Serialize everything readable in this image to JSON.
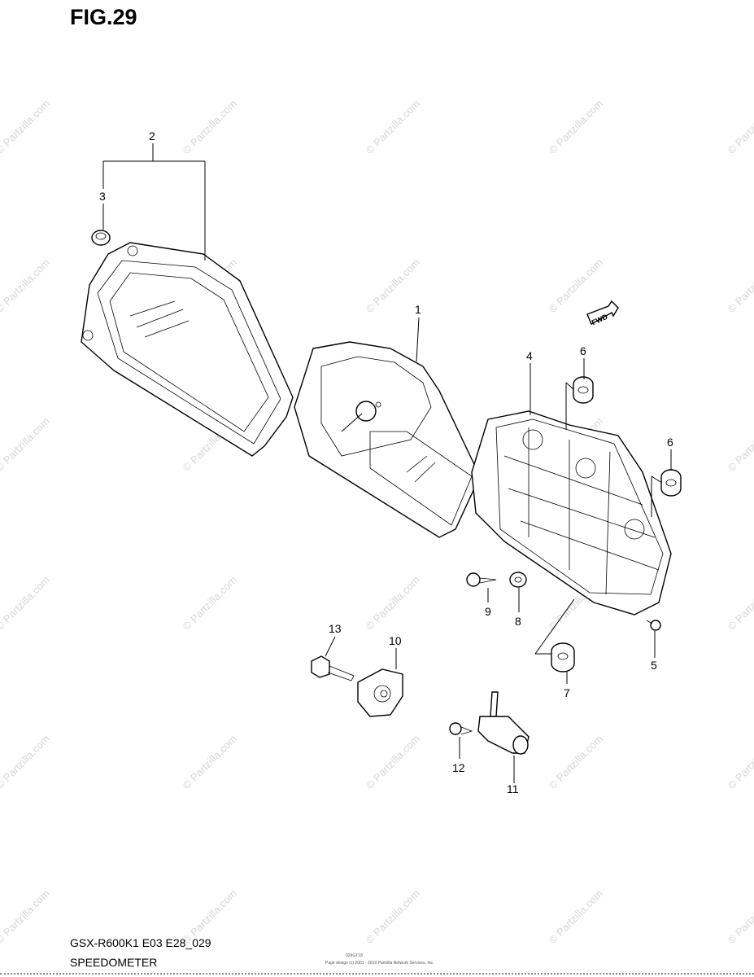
{
  "figure": {
    "title": "FIG.29",
    "model_code": "GSX-R600K1 E03 E28_029",
    "section_name": "SPEEDOMETER",
    "fwd_label": "FWD",
    "watermark": "© Partzilla.com",
    "footer_note": "Page design (c) 2001 - 2019 Partzilla Network Services, Inc.",
    "footer_id": "029GT18"
  },
  "callouts": [
    {
      "id": "c1",
      "label": "1"
    },
    {
      "id": "c2",
      "label": "2"
    },
    {
      "id": "c3",
      "label": "3"
    },
    {
      "id": "c4",
      "label": "4"
    },
    {
      "id": "c5",
      "label": "5"
    },
    {
      "id": "c6a",
      "label": "6"
    },
    {
      "id": "c6b",
      "label": "6"
    },
    {
      "id": "c7",
      "label": "7"
    },
    {
      "id": "c8",
      "label": "8"
    },
    {
      "id": "c9",
      "label": "9"
    },
    {
      "id": "c10",
      "label": "10"
    },
    {
      "id": "c11",
      "label": "11"
    },
    {
      "id": "c12",
      "label": "12"
    },
    {
      "id": "c13",
      "label": "13"
    }
  ]
}
